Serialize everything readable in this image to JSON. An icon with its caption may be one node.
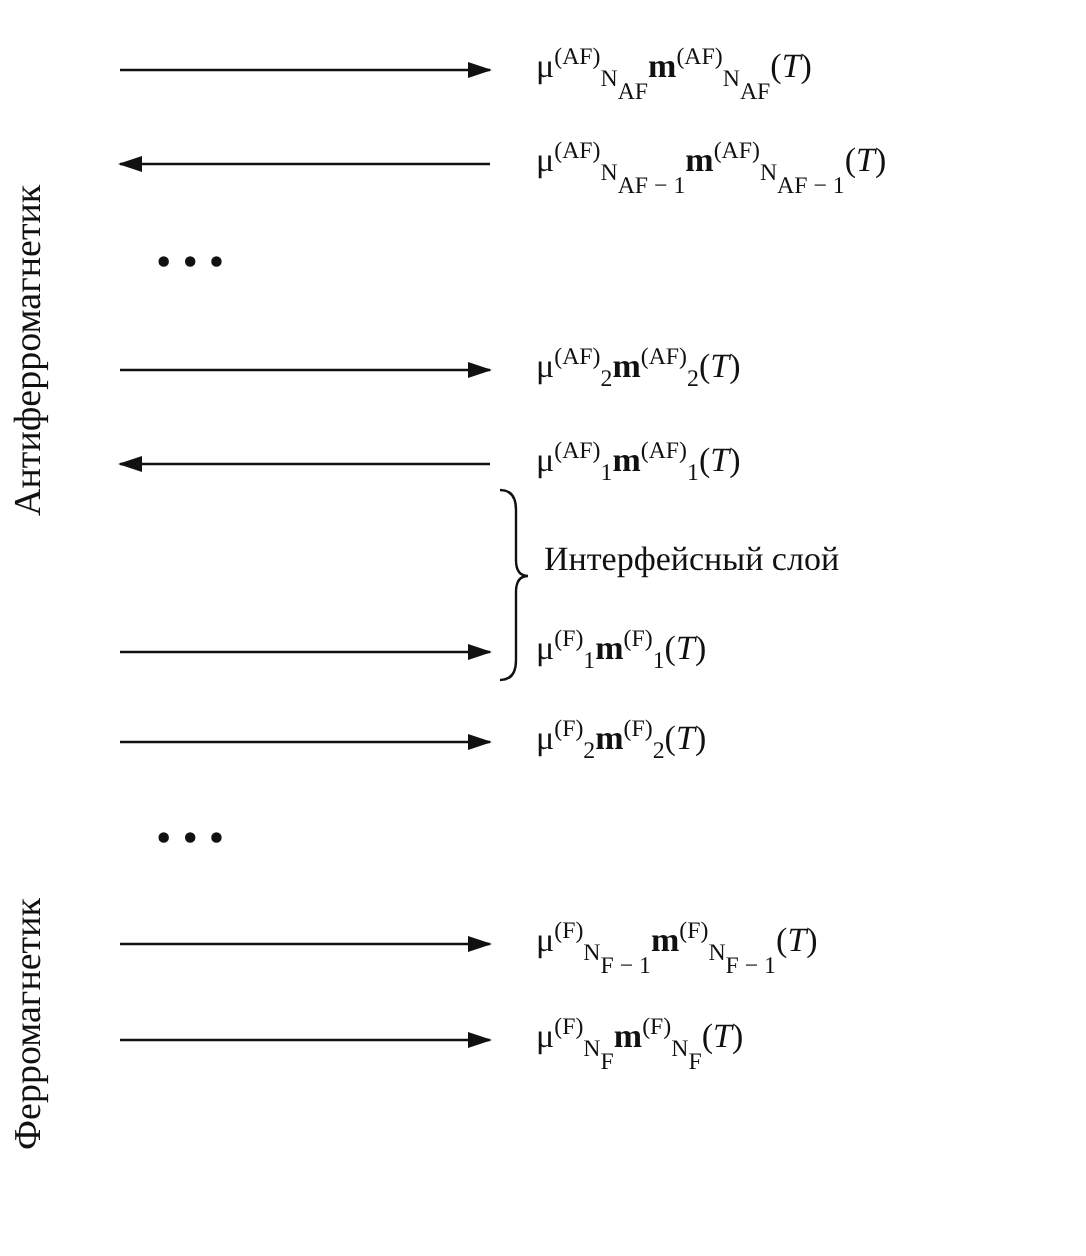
{
  "diagram": {
    "labels": [
      "Антиферромагнетик",
      "μ$^{(AF)}$$_{N}$$_{AF}$**m**$^{(AF)}$$_{N}$$_{AF}$(*T*)",
      "μ$^{(AF)}$$_{N}$$_{AF − 1}$**m**$^{(AF)}$$_{N}$$_{AF − 1}$(*T*)",
      "• • •",
      "μ$^{(AF)}$$_{2}$**m**$^{(AF)}$$_{2}$(*T*)",
      "μ$^{(AF)}$$_{1}$**m**$^{(AF)}$$_{1}$(*T*)",
      "Интерфейсный слой",
      "μ$^{(F)}$$_{1}$**m**$^{(F)}$$_{1}$(*T*)",
      "Ферромагнетик",
      "μ$^{(F)}$$_{2}$**m**$^{(F)}$$_{2}$(*T*)",
      "• • •",
      "μ$^{(F)}$$_{N}$$_{F − 1}$**m**$^{(F)}$$_{N}$$_{F − 1}$(*T*)",
      "μ$^{(F)}$$_{N}$$_{F}$**m**$^{(F)}$$_{N}$$_{F}$(*T*)"
    ]
  }
}
